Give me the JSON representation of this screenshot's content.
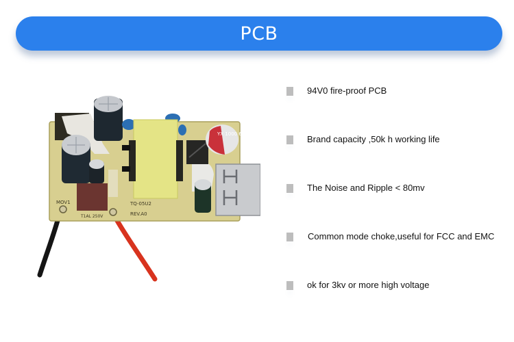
{
  "header": {
    "title": "PCB",
    "color": "#2b80ec"
  },
  "product_image": {
    "alt": "USB charger power supply PCB board with capacitors, yellow transformer, USB port and red/black wires",
    "labels": {
      "capacitor": "YX 1000 6.3V",
      "mov": "MOV1",
      "board_code_1": "TQ-05U2",
      "board_code_2": "REV.A0",
      "fuse": "T1AL 250V"
    }
  },
  "features": [
    {
      "text": "94V0 fire-proof PCB"
    },
    {
      "text": "Brand capacity ,50k h working life"
    },
    {
      "text": "The Noise and Ripple < 80mv"
    },
    {
      "text": "Common mode choke,useful for FCC and EMC"
    },
    {
      "text": "ok for 3kv or more high voltage"
    }
  ]
}
